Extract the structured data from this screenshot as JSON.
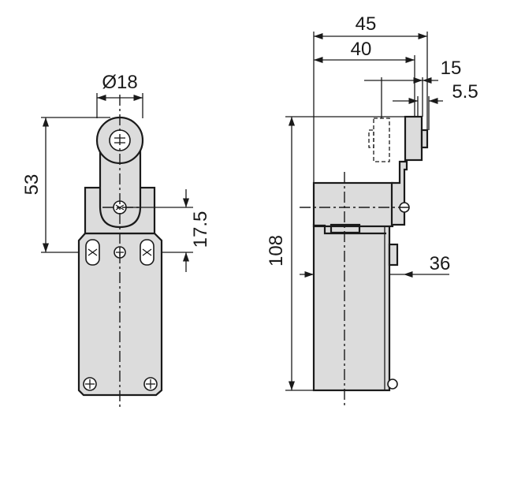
{
  "dimensions": {
    "roller_diameter": "Ø18",
    "lever_height": "53",
    "pivot_offset": "17.5",
    "total_width": "45",
    "body_width": "40",
    "roller_offset": "15",
    "roller_thickness": "5.5",
    "total_height": "108",
    "body_height": "36"
  },
  "colors": {
    "body_fill": "#dcdcdc",
    "line": "#1a1a1a"
  }
}
